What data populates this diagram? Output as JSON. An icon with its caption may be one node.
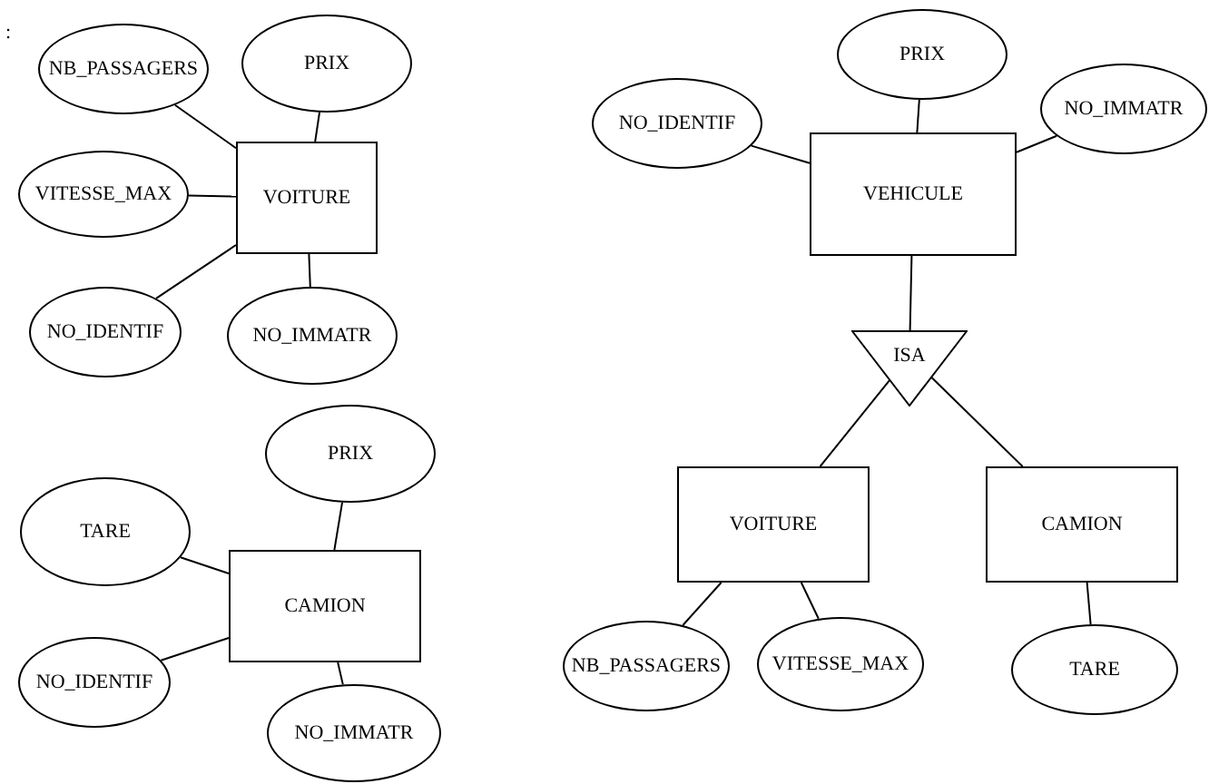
{
  "diagram": {
    "nodes": [
      {
        "text": [
          "NB_PASSAGERS"
        ]
      },
      {
        "text": [
          "PRIX"
        ]
      },
      {
        "text": [
          "VITESSE_MAX"
        ]
      },
      {
        "text": [
          "VOITURE"
        ]
      },
      {
        "text": [
          "NO_IDENTIF"
        ]
      },
      {
        "text": [
          "NO_IMMATR"
        ]
      },
      {
        "text": [
          "PRIX"
        ]
      },
      {
        "text": [
          "TARE"
        ]
      },
      {
        "text": [
          "CAMION"
        ]
      },
      {
        "text": [
          "NO_IDENTIF"
        ]
      },
      {
        "text": [
          "NO_IMMATR"
        ]
      },
      {
        "text": [
          "PRIX"
        ]
      },
      {
        "text": [
          "NO_IDENTIF"
        ]
      },
      {
        "text": [
          "NO_IMMATR"
        ]
      },
      {
        "text": [
          "VEHICULE"
        ]
      },
      {
        "text": [
          "ISA"
        ]
      },
      {
        "text": [
          "VOITURE"
        ]
      },
      {
        "text": [
          "CAMION"
        ]
      },
      {
        "text": [
          "NB_PASSAGERS"
        ]
      },
      {
        "text": [
          "VITESSE_MAX"
        ]
      },
      {
        "text": [
          "TARE"
        ]
      }
    ],
    "edges": [
      {
        "from": 0,
        "to": 3,
        "arrow": "none"
      },
      {
        "from": 1,
        "to": 3,
        "arrow": "none"
      },
      {
        "from": 2,
        "to": 3,
        "arrow": "none"
      },
      {
        "from": 4,
        "to": 3,
        "arrow": "none"
      },
      {
        "from": 5,
        "to": 3,
        "arrow": "none"
      },
      {
        "from": 6,
        "to": 8,
        "arrow": "none"
      },
      {
        "from": 7,
        "to": 8,
        "arrow": "none"
      },
      {
        "from": 9,
        "to": 8,
        "arrow": "none"
      },
      {
        "from": 10,
        "to": 8,
        "arrow": "none"
      },
      {
        "from": 11,
        "to": 14,
        "arrow": "none"
      },
      {
        "from": 12,
        "to": 14,
        "arrow": "none"
      },
      {
        "from": 13,
        "to": 14,
        "arrow": "none"
      },
      {
        "from": 14,
        "to": 15,
        "arrow": "none"
      },
      {
        "from": 15,
        "to": 16,
        "arrow": "none"
      },
      {
        "from": 15,
        "to": 17,
        "arrow": "none"
      },
      {
        "from": 16,
        "to": 18,
        "arrow": "none"
      },
      {
        "from": 16,
        "to": 19,
        "arrow": "none"
      },
      {
        "from": 17,
        "to": 20,
        "arrow": "none"
      }
    ],
    "labels": [
      ":"
    ]
  }
}
